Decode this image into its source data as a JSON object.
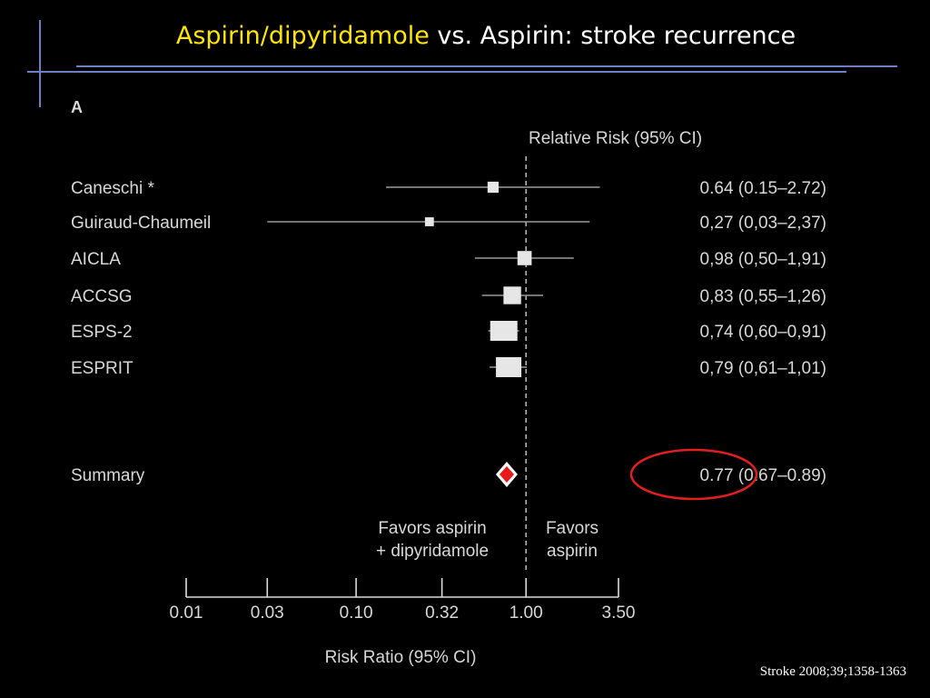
{
  "slide": {
    "title_highlight": "Aspirin/dipyridamole",
    "title_rest": " vs. Aspirin: stroke recurrence",
    "citation": "Stroke 2008;39;1358-1363",
    "colors": {
      "background": "#000000",
      "title_highlight": "#ffe600",
      "title_rest": "#ffffff",
      "rule": "#6d7fc6",
      "annotation_circle": "#e0201e",
      "summary_diamond": "#e8191b"
    }
  },
  "chart_data": {
    "type": "forest",
    "panel_label": "A",
    "column_header": "Relative Risk (95% CI)",
    "xlabel": "Risk Ratio (95% CI)",
    "x_scale": "log",
    "xlim": [
      0.01,
      3.5
    ],
    "ticks": [
      {
        "value": 0.01,
        "label": "0.01"
      },
      {
        "value": 0.03,
        "label": "0.03"
      },
      {
        "value": 0.1,
        "label": "0.10"
      },
      {
        "value": 0.32,
        "label": "0.32"
      },
      {
        "value": 1.0,
        "label": "1.00"
      },
      {
        "value": 3.5,
        "label": "3.50"
      }
    ],
    "reference_line": 1.0,
    "favors_left": [
      "Favors aspirin",
      "+ dipyridamole"
    ],
    "favors_right": [
      "Favors",
      "aspirin"
    ],
    "studies": [
      {
        "name": "Caneschi *",
        "rr": 0.64,
        "lower": 0.15,
        "upper": 2.72,
        "label": "0.64 (0.15–2.72)",
        "weight": 0.1
      },
      {
        "name": "Guiraud-Chaumeil",
        "rr": 0.27,
        "lower": 0.03,
        "upper": 2.37,
        "label": "0,27 (0,03–2,37)",
        "weight": 0.05
      },
      {
        "name": "AICLA",
        "rr": 0.98,
        "lower": 0.5,
        "upper": 1.91,
        "label": "0,98 (0,50–1,91)",
        "weight": 0.2
      },
      {
        "name": "ACCSG",
        "rr": 0.83,
        "lower": 0.55,
        "upper": 1.26,
        "label": "0,83 (0,55–1,26)",
        "weight": 0.35
      },
      {
        "name": "ESPS-2",
        "rr": 0.74,
        "lower": 0.6,
        "upper": 0.91,
        "label": "0,74 (0,60–0,91)",
        "weight": 1.0
      },
      {
        "name": "ESPRIT",
        "rr": 0.79,
        "lower": 0.61,
        "upper": 1.01,
        "label": "0,79 (0,61–1,01)",
        "weight": 0.85
      }
    ],
    "summary": {
      "name": "Summary",
      "rr": 0.77,
      "lower": 0.67,
      "upper": 0.89,
      "label": "0.77 (0.67–0.89)",
      "highlighted": true
    }
  }
}
